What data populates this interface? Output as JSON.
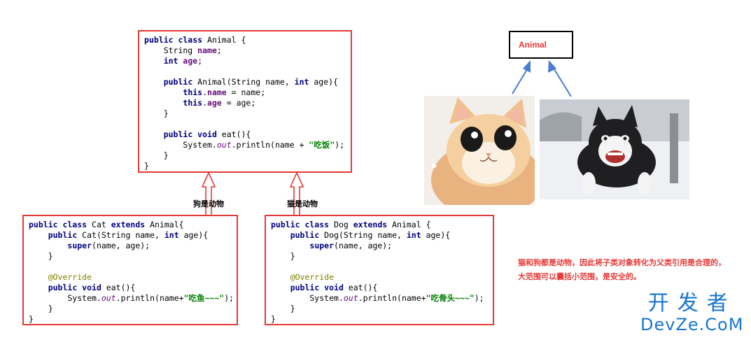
{
  "animal_code": {
    "l1": {
      "a": "public class",
      "b": " Animal {"
    },
    "l2": {
      "a": "    String ",
      "b": "name",
      "c": ";"
    },
    "l3": {
      "a": "    ",
      "b": "int",
      "c": " ",
      "d": "age",
      "e": ";"
    },
    "l4": {
      "a": "    ",
      "b": "public",
      "c": " Animal(String name, ",
      "d": "int",
      "e": " age){"
    },
    "l5": {
      "a": "        ",
      "b": "this",
      "c": ".",
      "d": "name",
      "e": " = name;"
    },
    "l6": {
      "a": "        ",
      "b": "this",
      "c": ".",
      "d": "age",
      "e": " = age;"
    },
    "l7": "    }",
    "l8": {
      "a": "    ",
      "b": "public void",
      "c": " eat(){"
    },
    "l9": {
      "a": "        System.",
      "b": "out",
      "c": ".println(name + ",
      "d": "\"吃饭\"",
      "e": ");"
    },
    "l10": "    }",
    "l11": "}"
  },
  "cat_code": {
    "l1": {
      "a": "public class",
      "b": " Cat ",
      "c": "extends",
      "d": " Animal{"
    },
    "l2": {
      "a": "    ",
      "b": "public",
      "c": " Cat(String name, ",
      "d": "int",
      "e": " age){"
    },
    "l3": {
      "a": "        ",
      "b": "super",
      "c": "(name, age);"
    },
    "l4": "    }",
    "l5": "    @Override",
    "l6": {
      "a": "    ",
      "b": "public void",
      "c": " eat(){"
    },
    "l7": {
      "a": "        System.",
      "b": "out",
      "c": ".println(name+",
      "d": "\"吃鱼~~~\"",
      "e": ");"
    },
    "l8": "    }",
    "l9": "}"
  },
  "dog_code": {
    "l1": {
      "a": "public class",
      "b": " Dog ",
      "c": "extends",
      "d": " Animal {"
    },
    "l2": {
      "a": "    ",
      "b": "public",
      "c": " Dog(String name, ",
      "d": "int",
      "e": " age){"
    },
    "l3": {
      "a": "        ",
      "b": "super",
      "c": "(name, age);"
    },
    "l4": "    }",
    "l5": "    @Override",
    "l6": {
      "a": "    ",
      "b": "public void",
      "c": " eat(){"
    },
    "l7": {
      "a": "        System.",
      "b": "out",
      "c": ".println(name+",
      "d": "\"吃骨头~~~\"",
      "e": ");"
    },
    "l8": "    }",
    "l9": "}"
  },
  "labels": {
    "left_arrow": "狗是动物",
    "right_arrow": "猫是动物",
    "animal_box": "Animal"
  },
  "note": {
    "line1": "猫和狗都是动物，因此将子类对象转化为父类引用是合理的，",
    "line2": "大范围可以囊括小范围，是安全的。"
  },
  "watermark": {
    "top": "开发者",
    "bottom": "DevZe.CoM"
  },
  "colors": {
    "border_red": "#e53935",
    "arrow_blue": "#4a7bd0",
    "watermark_blue": "#1976d2"
  }
}
